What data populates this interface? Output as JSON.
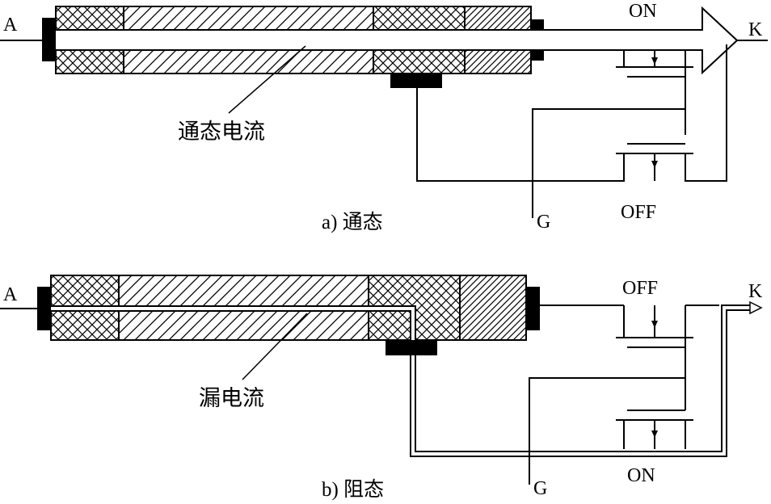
{
  "panel_a": {
    "terminal_anode": "A",
    "terminal_cathode": "K",
    "terminal_gate": "G",
    "switch_top_state": "ON",
    "switch_bottom_state": "OFF",
    "current_label": "通态电流",
    "caption": "a) 通态"
  },
  "panel_b": {
    "terminal_anode": "A",
    "terminal_cathode": "K",
    "terminal_gate": "G",
    "switch_top_state": "OFF",
    "switch_bottom_state": "ON",
    "current_label": "漏电流",
    "caption": "b) 阻态"
  }
}
